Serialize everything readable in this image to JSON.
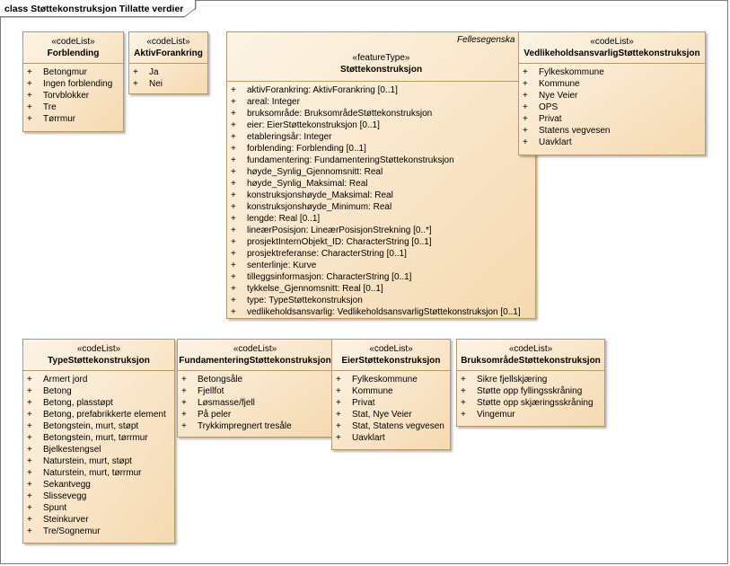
{
  "diagram": {
    "title": "class Støttekonstruksjon Tillatte verdier"
  },
  "classes": {
    "forblending": {
      "stereotype": "«codeList»",
      "name": "Forblending",
      "items": [
        "Betongmur",
        "Ingen forblending",
        "Torvblokker",
        "Tre",
        "Tørrmur"
      ]
    },
    "aktivforankring": {
      "stereotype": "«codeList»",
      "name": "AktivForankring",
      "items": [
        "Ja",
        "Nei"
      ]
    },
    "stottekonstruksjon": {
      "package": "Fellesegenska",
      "stereotype": "«featureType»",
      "name": "Støttekonstruksjon",
      "items": [
        "aktivForankring: AktivForankring [0..1]",
        "areal: Integer",
        "bruksområde: BruksområdeStøttekonstruksjon",
        "eier: EierStøttekonstruksjon [0..1]",
        "etableringsår: Integer",
        "forblending: Forblending [0..1]",
        "fundamentering: FundamenteringStøttekonstruksjon",
        "høyde_Synlig_Gjennomsnitt: Real",
        "høyde_Synlig_Maksimal: Real",
        "konstruksjonshøyde_Maksimal: Real",
        "konstruksjonshøyde_Minimum: Real",
        "lengde: Real [0..1]",
        "lineærPosisjon: LineærPosisjonStrekning [0..*]",
        "prosjektInternObjekt_ID: CharacterString [0..1]",
        "prosjektreferanse: CharacterString [0..1]",
        "senterlinje: Kurve",
        "tilleggsinformasjon: CharacterString [0..1]",
        "tykkelse_Gjennomsnitt: Real [0..1]",
        "type: TypeStøttekonstruksjon",
        "vedlikeholdsansvarlig: VedlikeholdsansvarligStøttekonstruksjon [0..1]"
      ]
    },
    "vedlikeholdsansvarlig": {
      "stereotype": "«codeList»",
      "name": "VedlikeholdsansvarligStøttekonstruksjon",
      "items": [
        "Fylkeskommune",
        "Kommune",
        "Nye Veier",
        "OPS",
        "Privat",
        "Statens vegvesen",
        "Uavklart"
      ]
    },
    "type": {
      "stereotype": "«codeList»",
      "name": "TypeStøttekonstruksjon",
      "items": [
        "Armert jord",
        "Betong",
        "Betong, plasstøpt",
        "Betong, prefabrikkerte element",
        "Betongstein, murt, støpt",
        "Betongstein, murt, tørrmur",
        "Bjelkestengsel",
        "Naturstein, murt, støpt",
        "Naturstein, murt, tørrmur",
        "Sekantvegg",
        "Slissevegg",
        "Spunt",
        "Steinkurver",
        "Tre/Sognemur"
      ]
    },
    "fundamentering": {
      "stereotype": "«codeList»",
      "name": "FundamenteringStøttekonstruksjon",
      "items": [
        "Betongsåle",
        "Fjellfot",
        "Løsmasse/fjell",
        "På peler",
        "Trykkimpregnert tresåle"
      ]
    },
    "eier": {
      "stereotype": "«codeList»",
      "name": "EierStøttekonstruksjon",
      "items": [
        "Fylkeskommune",
        "Kommune",
        "Privat",
        "Stat, Nye Veier",
        "Stat, Statens vegvesen",
        "Uavklart"
      ]
    },
    "bruksomrade": {
      "stereotype": "«codeList»",
      "name": "BruksområdeStøttekonstruksjon",
      "items": [
        "Sikre fjellskjæring",
        "Støtte opp fyllingsskråning",
        "Støtte opp skjæringsskråning",
        "Vingemur"
      ]
    }
  }
}
